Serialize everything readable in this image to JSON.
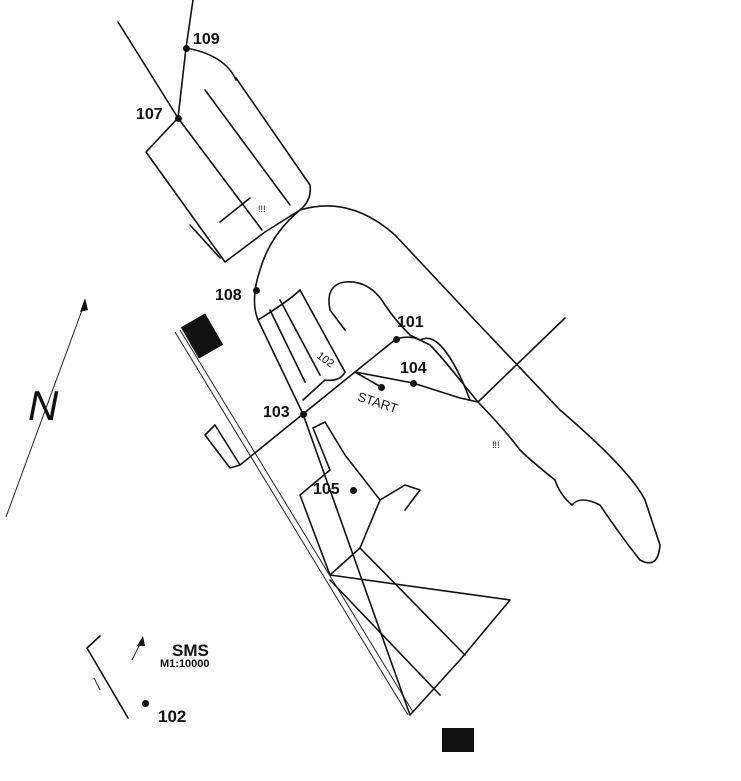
{
  "map": {
    "controls": [
      {
        "id": "109",
        "label": "109"
      },
      {
        "id": "107",
        "label": "107"
      },
      {
        "id": "108",
        "label": "108"
      },
      {
        "id": "101",
        "label": "101"
      },
      {
        "id": "104",
        "label": "104"
      },
      {
        "id": "103",
        "label": "103"
      },
      {
        "id": "105",
        "label": "105"
      }
    ],
    "start_label": "START",
    "inner_label": "102",
    "warning_marks": [
      "!!!",
      "!!!"
    ],
    "north_label": "N"
  },
  "legend": {
    "title": "SMS",
    "scale": "M1:10000",
    "control_example": "102"
  }
}
